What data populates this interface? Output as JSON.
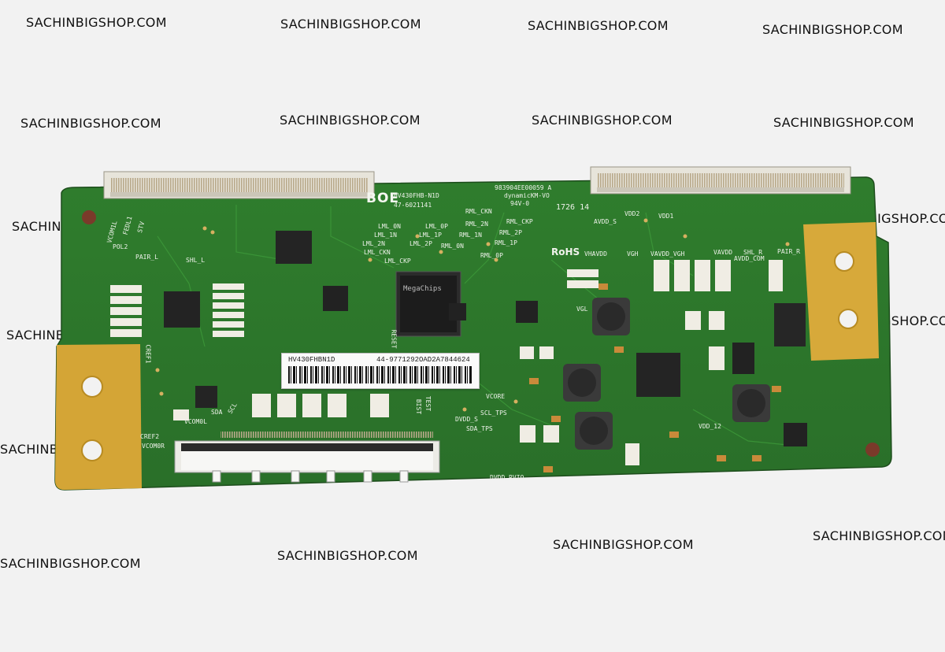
{
  "watermark": "SACHINBIGSHOP.COM",
  "board": {
    "brand": "BOE",
    "model_line1": "HV430FHB-N1D",
    "model_line2": "47-6021141",
    "code_line1": "983904EE00059  A",
    "code_line2": "dynamicKM-VO",
    "code_line3": "94V-0",
    "date_code": "1726 14",
    "rohs": "RoHS",
    "label_part": "HV430FHBN1D",
    "label_serial": "44-9771292OAD2A7844624",
    "chip_brand": "MegaChips"
  },
  "silkscreen": [
    "RML_CKN",
    "RML_CKP",
    "RML_2N",
    "RML_2P",
    "RML_1N",
    "RML_1P",
    "RML_0N",
    "RML_0P",
    "LML_0N",
    "LML_0P",
    "LML_1N",
    "LML_1P",
    "LML_2N",
    "LML_2P",
    "LML_CKN",
    "LML_CKP",
    "VHAVDD",
    "VGH",
    "VAVDD_VGH",
    "VAVDD",
    "SHL_R",
    "AVDD_COM",
    "PAIR_R",
    "AVDD_S",
    "VDD2",
    "VDD1",
    "PAIR_L",
    "SHL_L",
    "POL2",
    "VCOM1L",
    "FEDL1",
    "STV",
    "VCORE",
    "SCL_TPS",
    "SDA_TPS",
    "DVDD_S",
    "DVDD_RVIO",
    "VDD_12",
    "CREF2",
    "VCOM0R",
    "VCOM0L",
    "SDA",
    "SCL",
    "VGL",
    "RESET",
    "BIST",
    "TEST",
    "CREF1"
  ],
  "icon_names": [
    "pcb-board-photo",
    "fpc-connector",
    "inductor-100",
    "ic-chip"
  ],
  "colors": {
    "pcb": "#2e7a2c",
    "gold": "#d5a637",
    "connector": "#e5e2d8"
  }
}
